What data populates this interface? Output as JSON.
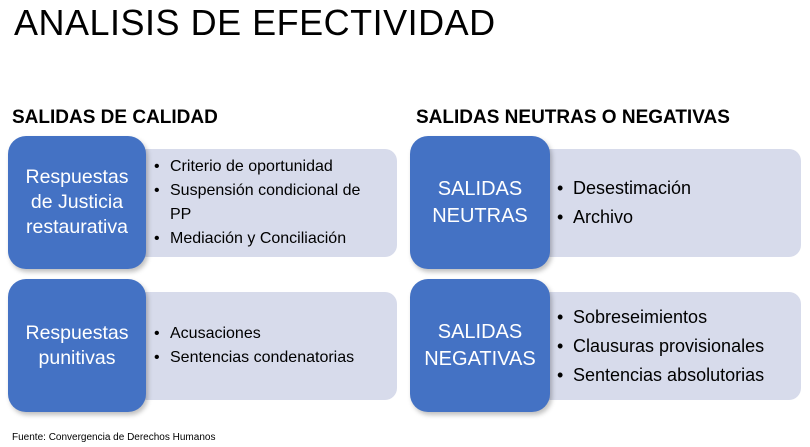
{
  "title": "ANALISIS DE EFECTIVIDAD",
  "left_column": {
    "heading": "SALIDAS DE CALIDAD",
    "blocks": [
      {
        "label_lines": [
          "Respuestas",
          "de Justicia",
          "restaurativa"
        ],
        "items": [
          "Criterio de oportunidad",
          "Suspensión condicional de",
          "PP",
          "Mediación y Conciliación"
        ]
      },
      {
        "label_lines": [
          "Respuestas",
          "punitivas"
        ],
        "items": [
          "Acusaciones",
          "Sentencias condenatorias"
        ]
      }
    ]
  },
  "right_column": {
    "heading": "SALIDAS NEUTRAS O NEGATIVAS",
    "blocks": [
      {
        "label_lines": [
          "SALIDAS",
          "NEUTRAS"
        ],
        "items": [
          "Desestimación",
          "Archivo"
        ]
      },
      {
        "label_lines": [
          "SALIDAS",
          "NEGATIVAS"
        ],
        "items": [
          "Sobreseimientos",
          "Clausuras provisionales",
          "Sentencias absolutorias"
        ]
      }
    ]
  },
  "source": "Fuente: Convergencia de Derechos Humanos",
  "colors": {
    "block_fill": "#4472c4",
    "detail_fill": "#d7dbeb"
  }
}
